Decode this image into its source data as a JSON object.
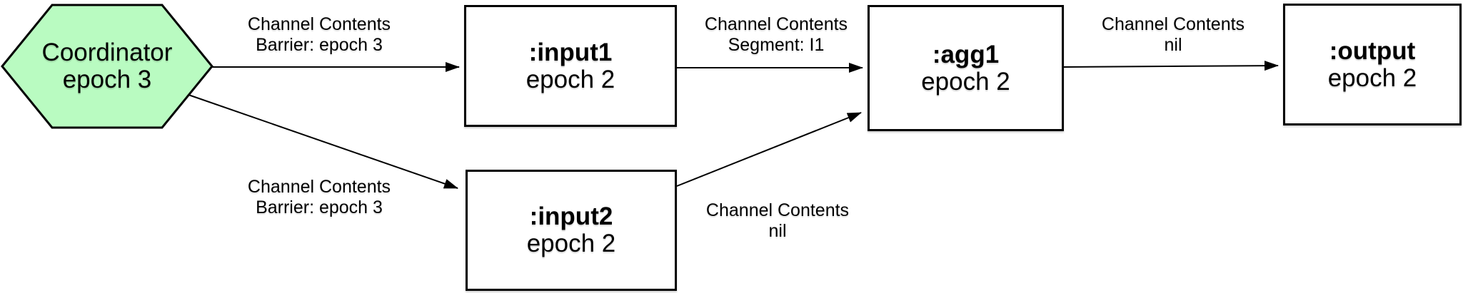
{
  "diagram": {
    "background_color": "#ffffff",
    "stroke_color": "#000000",
    "nodes": [
      {
        "id": "coordinator",
        "shape": "hexagon",
        "fill": "#b9fbc1",
        "name": "Coordinator",
        "subtitle": "epoch 3"
      },
      {
        "id": "input1",
        "shape": "rect",
        "fill": "#ffffff",
        "name": ":input1",
        "subtitle": "epoch 2"
      },
      {
        "id": "input2",
        "shape": "rect",
        "fill": "#ffffff",
        "name": ":input2",
        "subtitle": "epoch 2"
      },
      {
        "id": "agg1",
        "shape": "rect",
        "fill": "#ffffff",
        "name": ":agg1",
        "subtitle": "epoch 2"
      },
      {
        "id": "output",
        "shape": "rect",
        "fill": "#ffffff",
        "name": ":output",
        "subtitle": "epoch 2"
      }
    ],
    "edges": [
      {
        "from": "coordinator",
        "to": "input1",
        "label_line1": "Channel Contents",
        "label_line2": "Barrier: epoch 3"
      },
      {
        "from": "coordinator",
        "to": "input2",
        "label_line1": "Channel Contents",
        "label_line2": "Barrier: epoch 3"
      },
      {
        "from": "input1",
        "to": "agg1",
        "label_line1": "Channel Contents",
        "label_line2": "Segment: I1"
      },
      {
        "from": "input2",
        "to": "agg1",
        "label_line1": "Channel Contents",
        "label_line2": "nil"
      },
      {
        "from": "agg1",
        "to": "output",
        "label_line1": "Channel Contents",
        "label_line2": "nil"
      }
    ]
  }
}
